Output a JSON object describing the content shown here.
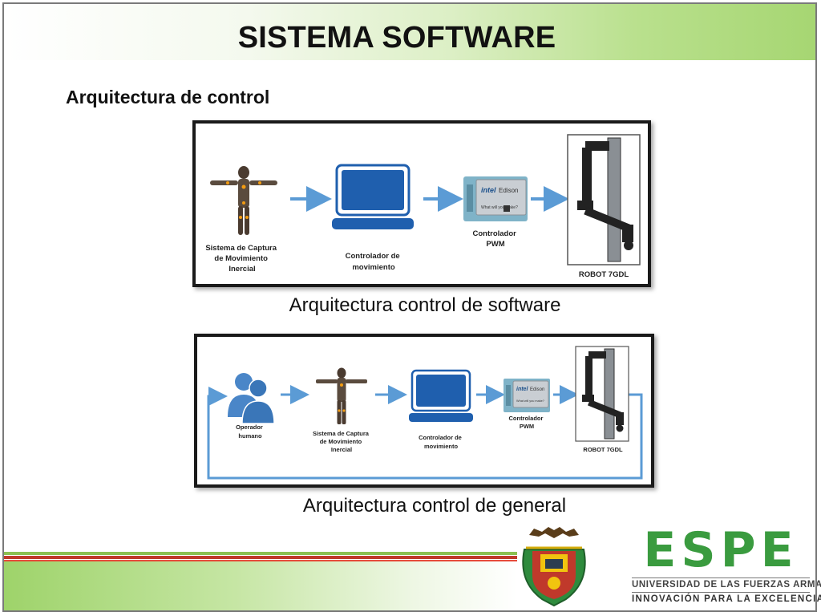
{
  "slide": {
    "title": "SISTEMA SOFTWARE",
    "subtitle": "Arquitectura de control"
  },
  "diagram1": {
    "caption": "Arquitectura control de software",
    "nodes": [
      {
        "id": "mocap",
        "label_lines": [
          "Sistema de Captura",
          "de Movimiento",
          "Inercial"
        ]
      },
      {
        "id": "motion_ctrl",
        "label_lines": [
          "Controlador de",
          "movimiento"
        ]
      },
      {
        "id": "pwm_ctrl",
        "label_lines": [
          "Controlador",
          "PWM"
        ]
      },
      {
        "id": "robot",
        "label_lines": [
          "ROBOT 7GDL"
        ]
      }
    ],
    "board_text": {
      "brand": "intel",
      "product": "Edison",
      "tagline": "What will you make?"
    }
  },
  "diagram2": {
    "caption": "Arquitectura control de general",
    "nodes": [
      {
        "id": "operator",
        "label_lines": [
          "Operador",
          "humano"
        ]
      },
      {
        "id": "mocap",
        "label_lines": [
          "Sistema de Captura",
          "de Movimiento",
          "Inercial"
        ]
      },
      {
        "id": "motion_ctrl",
        "label_lines": [
          "Controlador de",
          "movimiento"
        ]
      },
      {
        "id": "pwm_ctrl",
        "label_lines": [
          "Controlador",
          "PWM"
        ]
      },
      {
        "id": "robot",
        "label_lines": [
          "ROBOT 7GDL"
        ]
      }
    ],
    "board_text": {
      "brand": "intel",
      "product": "Edison",
      "tagline": "What will you make?"
    }
  },
  "branding": {
    "logo_text": "ESPE",
    "university_line": "UNIVERSIDAD DE LAS FUERZAS ARMADAS",
    "motto_line": "INNOVACIÓN PARA LA EXCELENCIA"
  },
  "colors": {
    "arrow": "#5b9bd5",
    "laptop_blue": "#1f5fae",
    "espe_green": "#3a9b3f",
    "header_green": "#a6d672",
    "footer_red": "#c0392b"
  }
}
